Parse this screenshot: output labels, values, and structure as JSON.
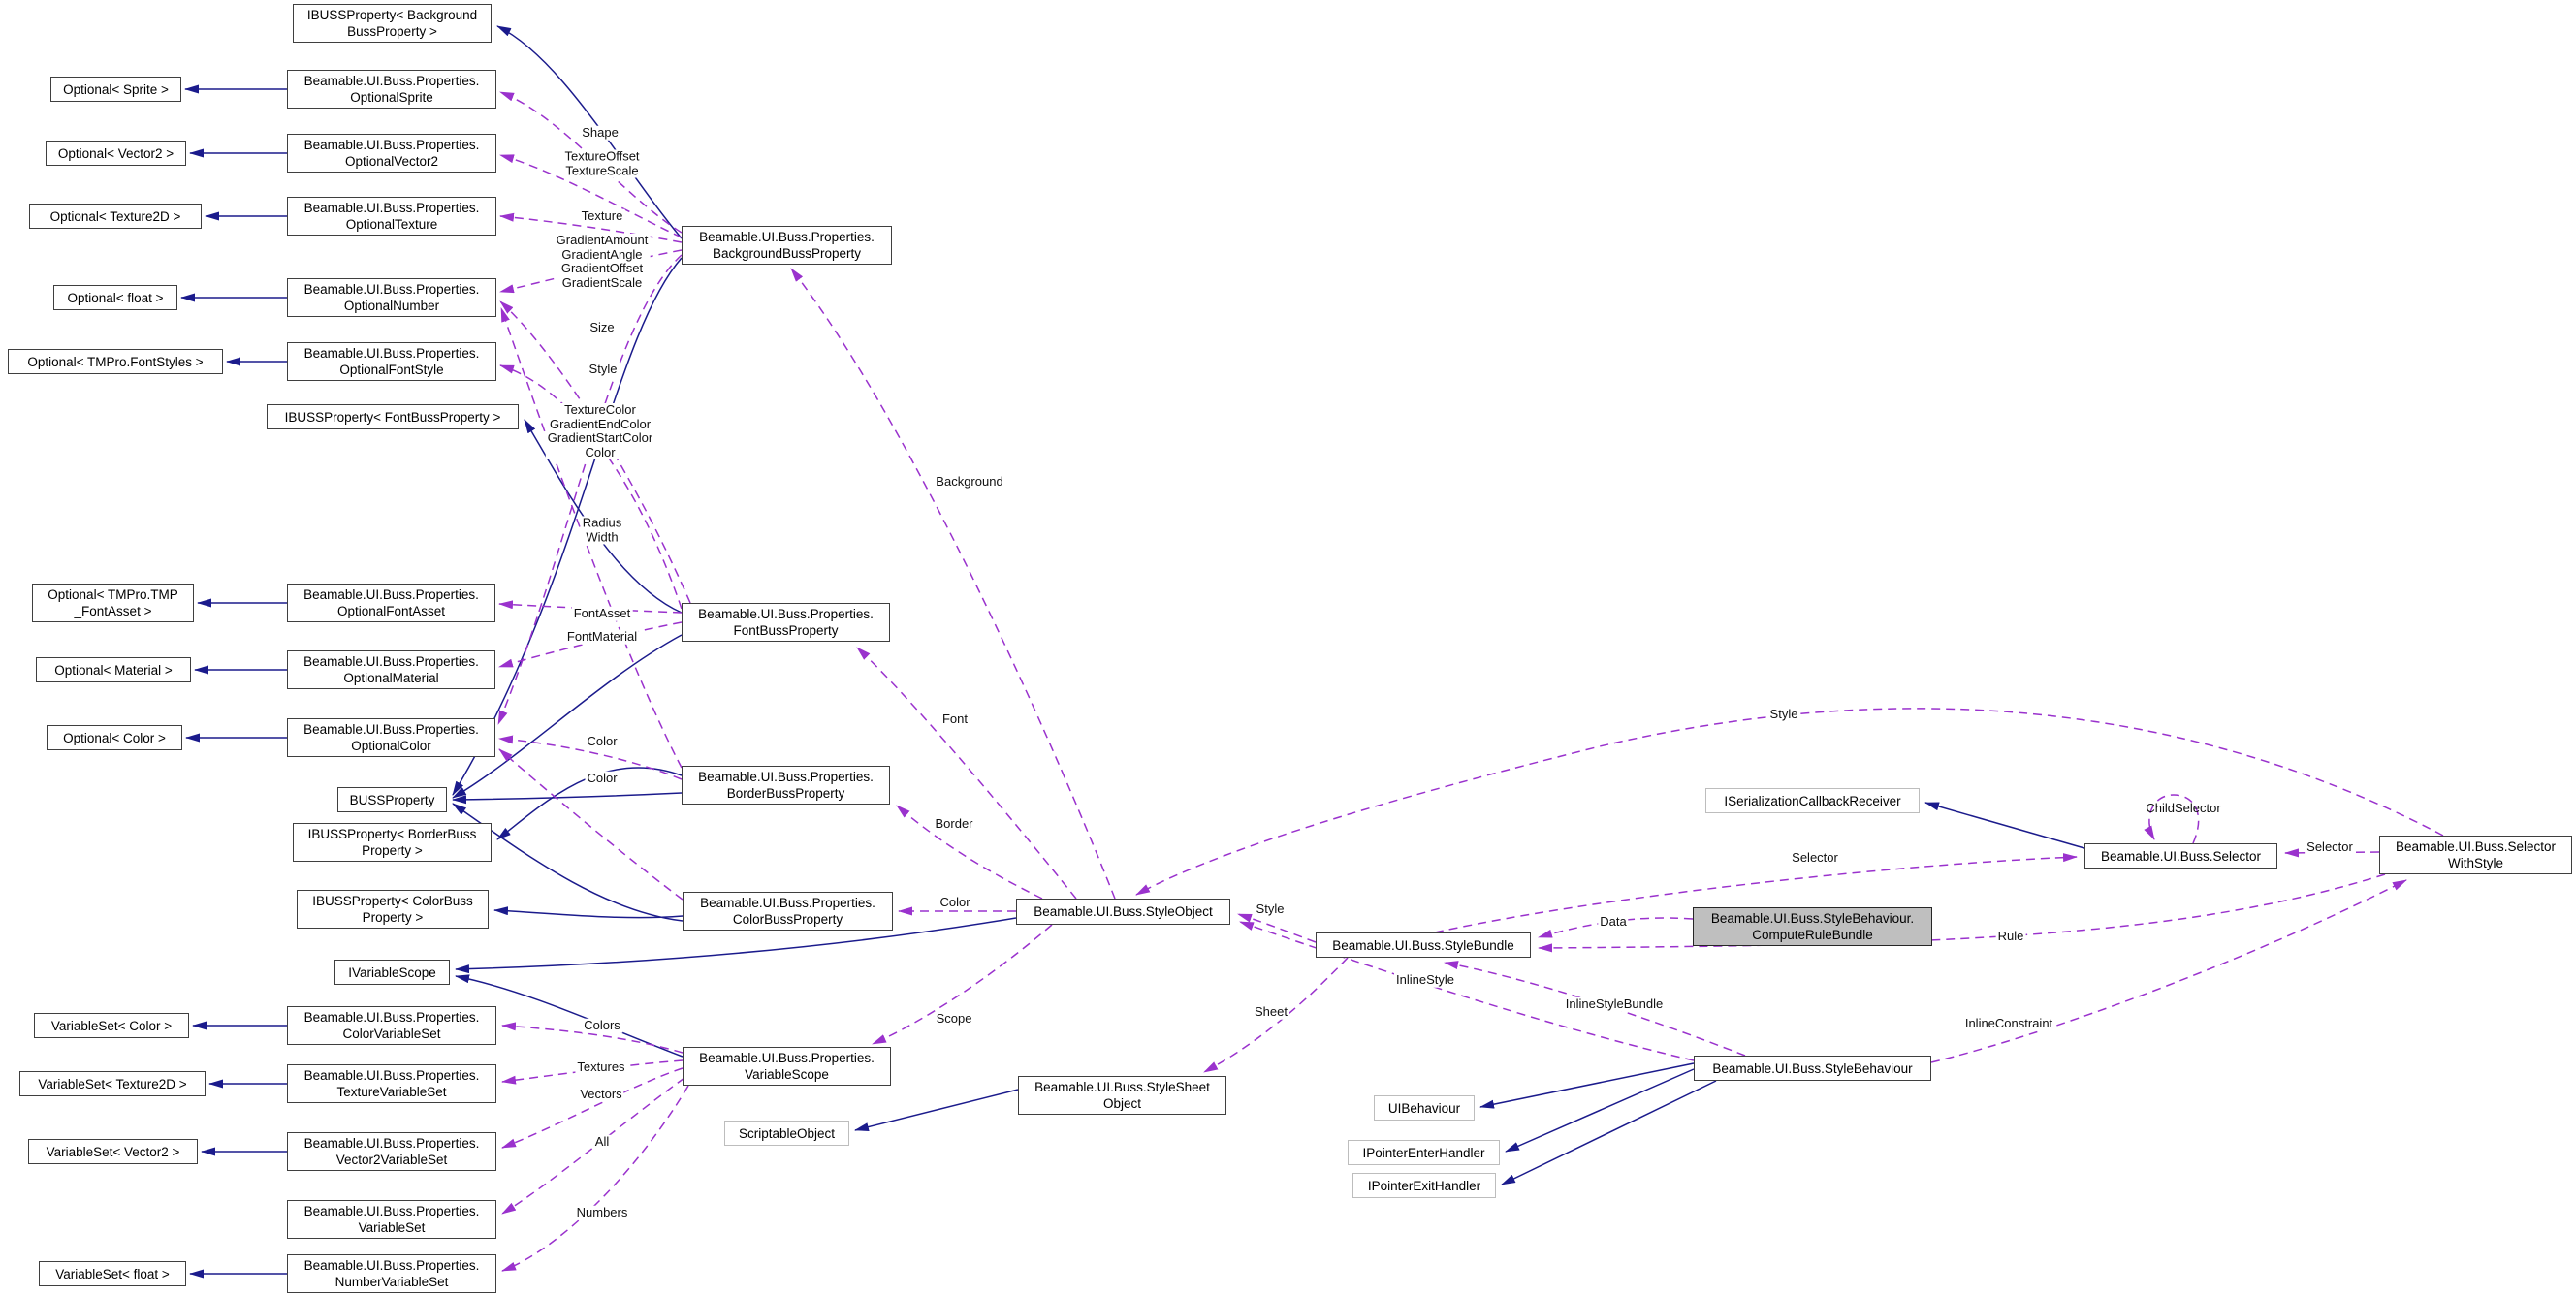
{
  "diagram": {
    "type": "doxygen-collaboration-graph",
    "colors": {
      "background": "#ffffff",
      "inheritance_edge": "#1b1b8c",
      "usage_edge": "#9a32cd",
      "node_border": "#3f3f3f",
      "external_node_border": "#bdbdbd",
      "highlight_node_fill": "#bfbfbf"
    },
    "nodes": {
      "ibuss_background": {
        "label": "IBUSSProperty< Background\nBussProperty >"
      },
      "opt_sprite_ext": {
        "label": "Optional< Sprite >"
      },
      "optional_sprite": {
        "label": "Beamable.UI.Buss.Properties.\nOptionalSprite"
      },
      "opt_vector2_ext": {
        "label": "Optional< Vector2 >"
      },
      "optional_vector2": {
        "label": "Beamable.UI.Buss.Properties.\nOptionalVector2"
      },
      "opt_texture2d_ext": {
        "label": "Optional< Texture2D >"
      },
      "optional_texture": {
        "label": "Beamable.UI.Buss.Properties.\nOptionalTexture"
      },
      "opt_float_ext": {
        "label": "Optional< float >"
      },
      "optional_number": {
        "label": "Beamable.UI.Buss.Properties.\nOptionalNumber"
      },
      "opt_fontstyles_ext": {
        "label": "Optional< TMPro.FontStyles >"
      },
      "optional_fontstyle": {
        "label": "Beamable.UI.Buss.Properties.\nOptionalFontStyle"
      },
      "ibuss_font": {
        "label": "IBUSSProperty< FontBussProperty >"
      },
      "background_buss_property": {
        "label": "Beamable.UI.Buss.Properties.\nBackgroundBussProperty"
      },
      "opt_fontasset_ext": {
        "label": "Optional< TMPro.TMP\n_FontAsset >"
      },
      "optional_fontasset": {
        "label": "Beamable.UI.Buss.Properties.\nOptionalFontAsset"
      },
      "opt_material_ext": {
        "label": "Optional< Material >"
      },
      "optional_material": {
        "label": "Beamable.UI.Buss.Properties.\nOptionalMaterial"
      },
      "opt_color_ext": {
        "label": "Optional< Color >"
      },
      "optional_color": {
        "label": "Beamable.UI.Buss.Properties.\nOptionalColor"
      },
      "buss_property": {
        "label": "BUSSProperty"
      },
      "font_buss_property": {
        "label": "Beamable.UI.Buss.Properties.\nFontBussProperty"
      },
      "border_buss_property": {
        "label": "Beamable.UI.Buss.Properties.\nBorderBussProperty"
      },
      "ibuss_border": {
        "label": "IBUSSProperty< BorderBuss\nProperty >"
      },
      "ibuss_color": {
        "label": "IBUSSProperty< ColorBuss\nProperty >"
      },
      "color_buss_property": {
        "label": "Beamable.UI.Buss.Properties.\nColorBussProperty"
      },
      "style_object": {
        "label": "Beamable.UI.Buss.StyleObject"
      },
      "ivariable_scope": {
        "label": "IVariableScope"
      },
      "variable_scope": {
        "label": "Beamable.UI.Buss.Properties.\nVariableScope"
      },
      "varset_color_ext": {
        "label": "VariableSet< Color >"
      },
      "color_variable_set": {
        "label": "Beamable.UI.Buss.Properties.\nColorVariableSet"
      },
      "varset_texture_ext": {
        "label": "VariableSet< Texture2D >"
      },
      "texture_variable_set": {
        "label": "Beamable.UI.Buss.Properties.\nTextureVariableSet"
      },
      "varset_vector2_ext": {
        "label": "VariableSet< Vector2 >"
      },
      "vector2_variable_set": {
        "label": "Beamable.UI.Buss.Properties.\nVector2VariableSet"
      },
      "variable_set": {
        "label": "Beamable.UI.Buss.Properties.\nVariableSet"
      },
      "varset_float_ext": {
        "label": "VariableSet< float >"
      },
      "number_variable_set": {
        "label": "Beamable.UI.Buss.Properties.\nNumberVariableSet"
      },
      "style_sheet_object": {
        "label": "Beamable.UI.Buss.StyleSheet\nObject"
      },
      "scriptable_object": {
        "label": "ScriptableObject"
      },
      "iserialization_callback_receiver": {
        "label": "ISerializationCallbackReceiver"
      },
      "compute_rule_bundle": {
        "label": "Beamable.UI.Buss.StyleBehaviour.\nComputeRuleBundle"
      },
      "style_bundle": {
        "label": "Beamable.UI.Buss.StyleBundle"
      },
      "ui_behaviour": {
        "label": "UIBehaviour"
      },
      "ipointer_enter_handler": {
        "label": "IPointerEnterHandler"
      },
      "ipointer_exit_handler": {
        "label": "IPointerExitHandler"
      },
      "style_behaviour": {
        "label": "Beamable.UI.Buss.StyleBehaviour"
      },
      "selector": {
        "label": "Beamable.UI.Buss.Selector"
      },
      "selector_with_style": {
        "label": "Beamable.UI.Buss.Selector\nWithStyle"
      }
    },
    "edge_labels": {
      "shape": "Shape",
      "texture_offset_scale": "TextureOffset\nTextureScale",
      "texture": "Texture",
      "gradient_block": "GradientAmount\nGradientAngle\nGradientOffset\nGradientScale",
      "size": "Size",
      "style_font": "Style",
      "texture_color_block": "TextureColor\nGradientEndColor\nGradientStartColor\nColor",
      "radius_width": "Radius\nWidth",
      "font_asset": "FontAsset",
      "font_material": "FontMaterial",
      "color_border": "Color",
      "color_colorbuss": "Color",
      "background": "Background",
      "font": "Font",
      "border": "Border",
      "color_styleobject": "Color",
      "scope": "Scope",
      "colors": "Colors",
      "textures": "Textures",
      "vectors": "Vectors",
      "all": "All",
      "numbers": "Numbers",
      "style_bundle_style": "Style",
      "sheet": "Sheet",
      "inline_style": "InlineStyle",
      "inline_style_bundle": "InlineStyleBundle",
      "data": "Data",
      "selector_bundle": "Selector",
      "rule": "Rule",
      "inline_constraint": "InlineConstraint",
      "child_selector": "ChildSelector",
      "selector_withstyle": "Selector",
      "style_withstyle": "Style"
    }
  }
}
